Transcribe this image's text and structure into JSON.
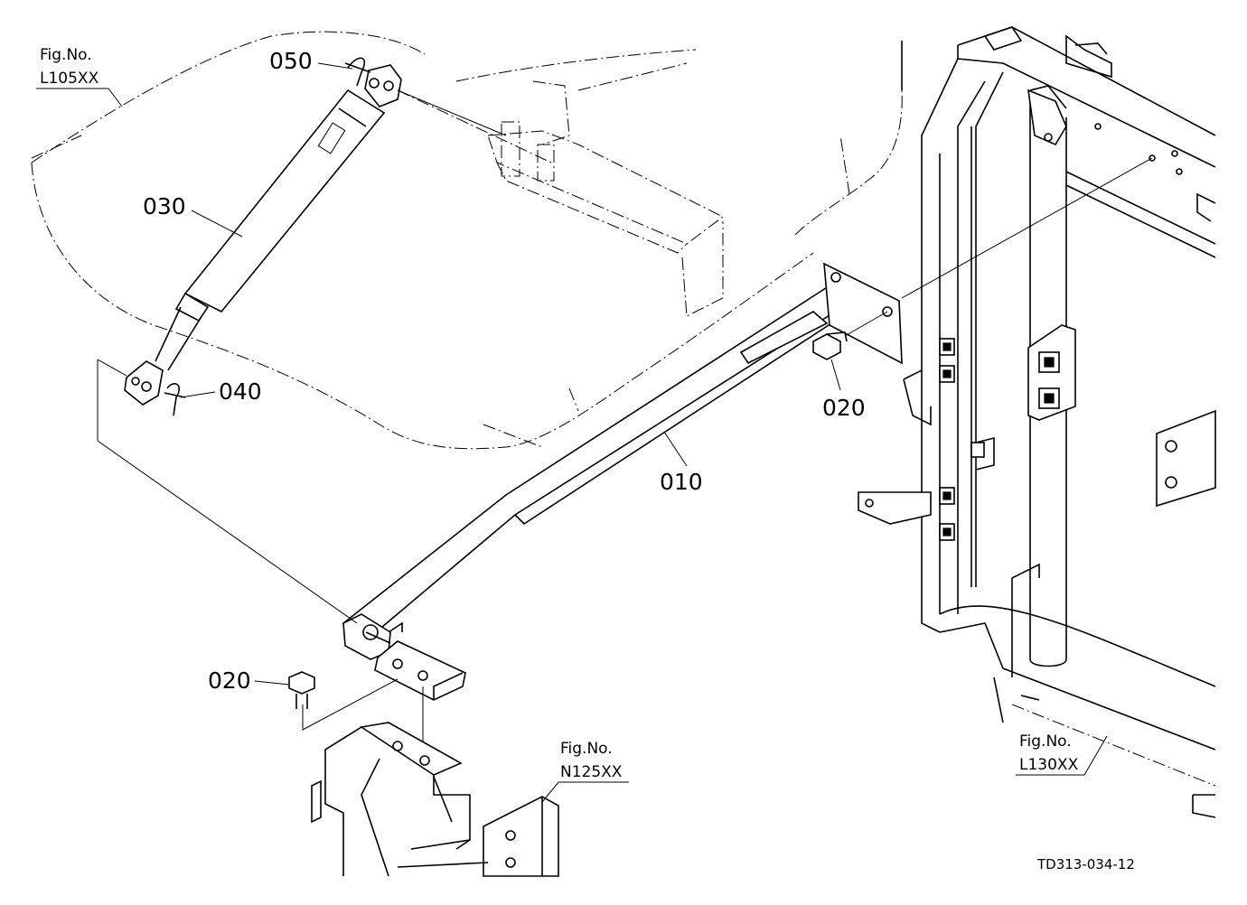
{
  "callouts": [
    {
      "id": "p010",
      "text": "010"
    },
    {
      "id": "p020a",
      "text": "020"
    },
    {
      "id": "p020b",
      "text": "020"
    },
    {
      "id": "p030",
      "text": "030"
    },
    {
      "id": "p040",
      "text": "040"
    },
    {
      "id": "p050",
      "text": "050"
    }
  ],
  "figure_refs": [
    {
      "label": "Fig.No.",
      "code": "L105XX"
    },
    {
      "label": "Fig.No.",
      "code": "N125XX"
    },
    {
      "label": "Fig.No.",
      "code": "L130XX"
    }
  ],
  "drawing_code": "TD313-034-12"
}
